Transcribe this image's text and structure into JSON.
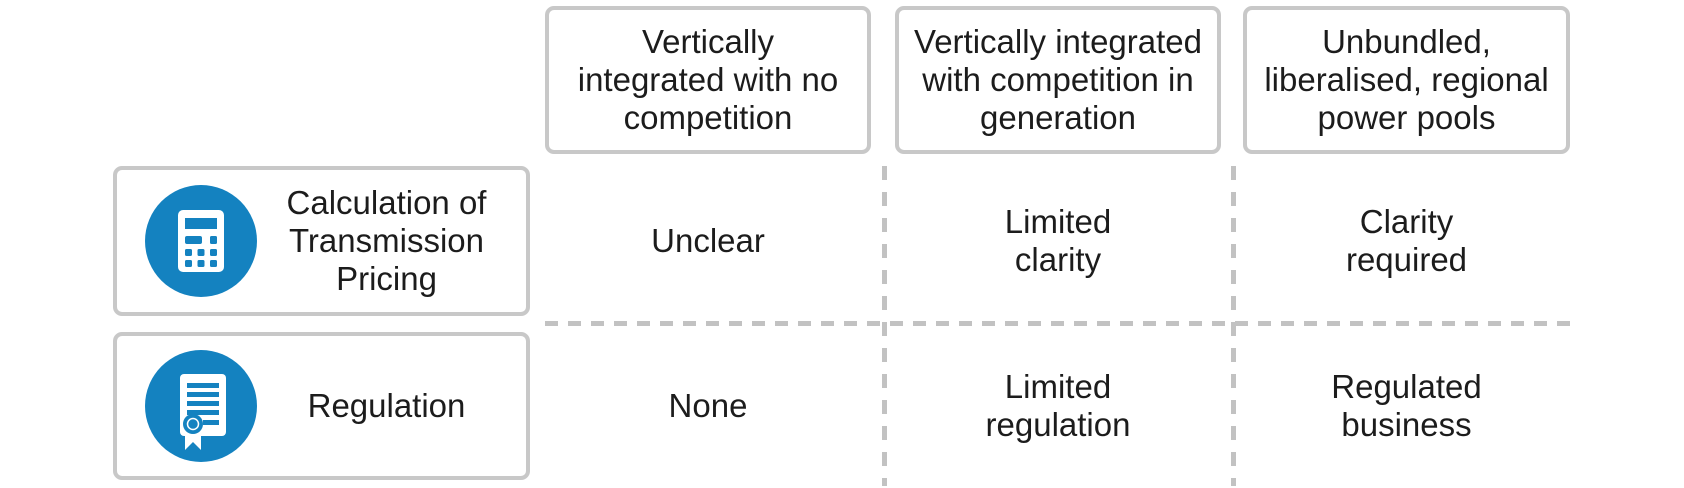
{
  "palette": {
    "accent_blue": "#1482c0",
    "box_border": "#c8c8c8",
    "dash_color": "#c2c2c2",
    "text": "#1c1c1c"
  },
  "columns": [
    {
      "label": "Vertically\nintegrated with no\ncompetition"
    },
    {
      "label": "Vertically integrated\nwith competition in\ngeneration"
    },
    {
      "label": "Unbundled,\nliberalised, regional\npower pools"
    }
  ],
  "rows": [
    {
      "icon": "calculator-icon",
      "label": "Calculation of\nTransmission\nPricing",
      "cells": [
        "Unclear",
        "Limited\nclarity",
        "Clarity\nrequired"
      ]
    },
    {
      "icon": "certificate-icon",
      "label": "Regulation",
      "cells": [
        "None",
        "Limited\nregulation",
        "Regulated\nbusiness"
      ]
    }
  ]
}
